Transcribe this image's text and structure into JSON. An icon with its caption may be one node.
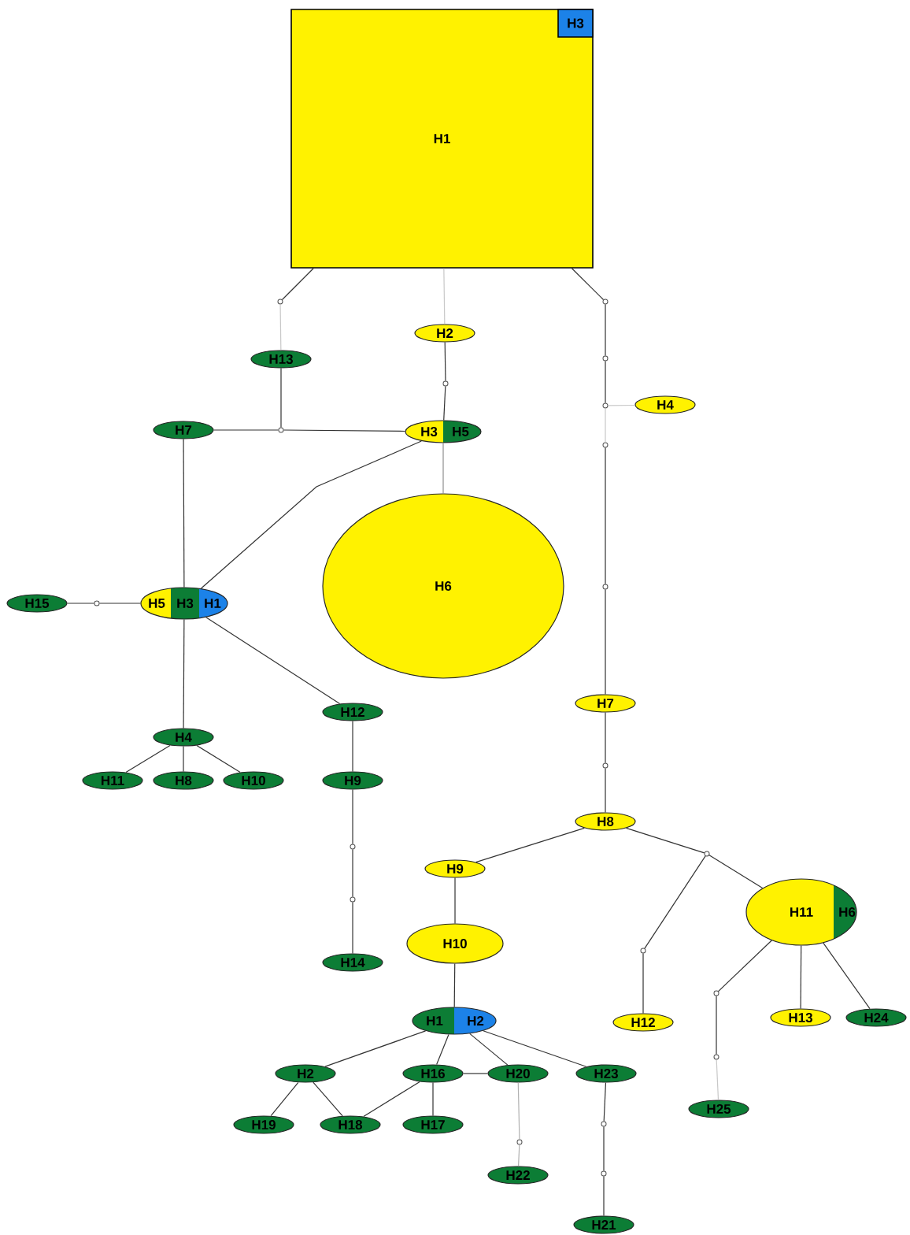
{
  "diagram": {
    "nodes": [
      {
        "text": [
          "H1"
        ]
      },
      {
        "text": [
          "H3"
        ],
        "in": 0
      },
      {
        "text": [
          "H2"
        ]
      },
      {
        "text": [
          "H13"
        ]
      },
      {
        "text": [
          "H3",
          "H5"
        ]
      },
      {
        "text": [
          "H7"
        ]
      },
      {
        "text": [
          "H6"
        ]
      },
      {
        "text": [
          "H5",
          "H3",
          "H1"
        ]
      },
      {
        "text": [
          "H15"
        ]
      },
      {
        "text": [
          "H4"
        ]
      },
      {
        "text": [
          "H12"
        ]
      },
      {
        "text": [
          "H4"
        ]
      },
      {
        "text": [
          "H11"
        ]
      },
      {
        "text": [
          "H8"
        ]
      },
      {
        "text": [
          "H10"
        ]
      },
      {
        "text": [
          "H9"
        ]
      },
      {
        "text": [
          "H14"
        ]
      },
      {
        "text": [
          "H7"
        ]
      },
      {
        "text": [
          "H8"
        ]
      },
      {
        "text": [
          "H9"
        ]
      },
      {
        "text": [
          "H10"
        ]
      },
      {
        "text": [
          "H11",
          "H6"
        ]
      },
      {
        "text": [
          "H1",
          "H2"
        ]
      },
      {
        "text": [
          "H12"
        ]
      },
      {
        "text": [
          "H13"
        ]
      },
      {
        "text": [
          "H24"
        ]
      },
      {
        "text": [
          "H2"
        ]
      },
      {
        "text": [
          "H16"
        ]
      },
      {
        "text": [
          "H20"
        ]
      },
      {
        "text": [
          "H23"
        ]
      },
      {
        "text": [
          "H19"
        ]
      },
      {
        "text": [
          "H18"
        ]
      },
      {
        "text": [
          "H17"
        ]
      },
      {
        "text": [
          "H22"
        ]
      },
      {
        "text": [
          "H25"
        ]
      },
      {
        "text": [
          "H21"
        ]
      },
      {
        "text": [],
        "shape": "circle"
      },
      {
        "text": [],
        "shape": "circle"
      },
      {
        "text": [],
        "shape": "circle"
      },
      {
        "text": [],
        "shape": "circle"
      },
      {
        "text": [],
        "shape": "circle"
      },
      {
        "text": [],
        "shape": "circle"
      },
      {
        "text": [],
        "shape": "circle"
      },
      {
        "text": [],
        "shape": "circle"
      },
      {
        "text": [],
        "shape": "circle"
      },
      {
        "text": [],
        "shape": "circle"
      },
      {
        "text": [],
        "shape": "circle"
      },
      {
        "text": [],
        "shape": "circle"
      },
      {
        "text": [],
        "shape": "circle"
      },
      {
        "text": [],
        "shape": "circle"
      },
      {
        "text": [],
        "shape": "circle"
      },
      {
        "text": [],
        "shape": "circle"
      },
      {
        "text": [],
        "shape": "circle"
      },
      {
        "text": [],
        "shape": "circle"
      },
      {
        "text": [],
        "shape": "circle"
      }
    ],
    "edges": [
      {
        "from": 0,
        "to": 36,
        "arrow": "none"
      },
      {
        "from": 36,
        "to": 3,
        "arrow": "none",
        "color": "#c8c8c8"
      },
      {
        "from": 3,
        "to": 38,
        "arrow": "none"
      },
      {
        "from": 5,
        "to": 38,
        "arrow": "none"
      },
      {
        "from": 38,
        "to": 4,
        "arrow": "none"
      },
      {
        "from": 0,
        "to": 2,
        "arrow": "none",
        "color": "#c8c8c8"
      },
      {
        "from": 2,
        "to": 37,
        "arrow": "none"
      },
      {
        "from": 37,
        "to": 4,
        "arrow": "none"
      },
      {
        "from": 4,
        "to": 6,
        "arrow": "none",
        "color": "#909090"
      },
      {
        "from": 4,
        "to": 7,
        "arrow": "none"
      },
      {
        "from": 5,
        "to": 7,
        "arrow": "none"
      },
      {
        "from": 8,
        "to": 44,
        "arrow": "none"
      },
      {
        "from": 44,
        "to": 7,
        "arrow": "none"
      },
      {
        "from": 7,
        "to": 11,
        "arrow": "none"
      },
      {
        "from": 7,
        "to": 10,
        "arrow": "none"
      },
      {
        "from": 11,
        "to": 12,
        "arrow": "none"
      },
      {
        "from": 11,
        "to": 13,
        "arrow": "none"
      },
      {
        "from": 11,
        "to": 14,
        "arrow": "none"
      },
      {
        "from": 10,
        "to": 15,
        "arrow": "none"
      },
      {
        "from": 15,
        "to": 46,
        "arrow": "none"
      },
      {
        "from": 46,
        "to": 47,
        "arrow": "none"
      },
      {
        "from": 47,
        "to": 16,
        "arrow": "none"
      },
      {
        "from": 0,
        "to": 39,
        "arrow": "none"
      },
      {
        "from": 39,
        "to": 40,
        "arrow": "none"
      },
      {
        "from": 40,
        "to": 41,
        "arrow": "none"
      },
      {
        "from": 41,
        "to": 9,
        "arrow": "none",
        "color": "#c8c8c8"
      },
      {
        "from": 41,
        "to": 42,
        "arrow": "none",
        "color": "#c8c8c8"
      },
      {
        "from": 42,
        "to": 43,
        "arrow": "none"
      },
      {
        "from": 43,
        "to": 17,
        "arrow": "none"
      },
      {
        "from": 17,
        "to": 45,
        "arrow": "none"
      },
      {
        "from": 45,
        "to": 18,
        "arrow": "none"
      },
      {
        "from": 18,
        "to": 19,
        "arrow": "none"
      },
      {
        "from": 18,
        "to": 48,
        "arrow": "none"
      },
      {
        "from": 48,
        "to": 21,
        "arrow": "none"
      },
      {
        "from": 48,
        "to": 49,
        "arrow": "none"
      },
      {
        "from": 49,
        "to": 23,
        "arrow": "none"
      },
      {
        "from": 19,
        "to": 20,
        "arrow": "none"
      },
      {
        "from": 20,
        "to": 22,
        "arrow": "none"
      },
      {
        "from": 21,
        "to": 50,
        "arrow": "none"
      },
      {
        "from": 50,
        "to": 51,
        "arrow": "none"
      },
      {
        "from": 51,
        "to": 34,
        "arrow": "none",
        "color": "#c8c8c8"
      },
      {
        "from": 21,
        "to": 24,
        "arrow": "none"
      },
      {
        "from": 21,
        "to": 25,
        "arrow": "none"
      },
      {
        "from": 22,
        "to": 26,
        "arrow": "none"
      },
      {
        "from": 22,
        "to": 27,
        "arrow": "none"
      },
      {
        "from": 22,
        "to": 28,
        "arrow": "none"
      },
      {
        "from": 22,
        "to": 29,
        "arrow": "none"
      },
      {
        "from": 26,
        "to": 30,
        "arrow": "none"
      },
      {
        "from": 26,
        "to": 31,
        "arrow": "none"
      },
      {
        "from": 27,
        "to": 31,
        "arrow": "none"
      },
      {
        "from": 27,
        "to": 32,
        "arrow": "none"
      },
      {
        "from": 27,
        "to": 28,
        "arrow": "none"
      },
      {
        "from": 28,
        "to": 52,
        "arrow": "none",
        "color": "#b0b0b0"
      },
      {
        "from": 52,
        "to": 33,
        "arrow": "none",
        "color": "#b0b0b0"
      },
      {
        "from": 29,
        "to": 53,
        "arrow": "none"
      },
      {
        "from": 53,
        "to": 54,
        "arrow": "none"
      },
      {
        "from": 54,
        "to": 35,
        "arrow": "none"
      }
    ]
  }
}
